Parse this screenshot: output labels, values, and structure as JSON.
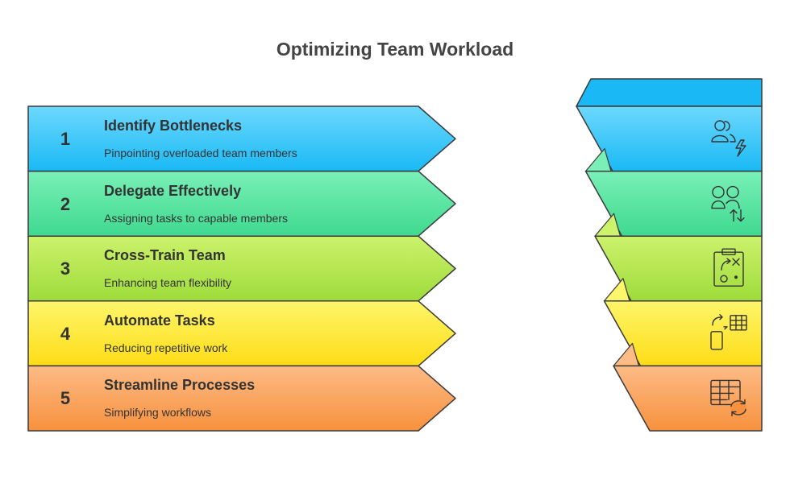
{
  "title": "Optimizing Team Workload",
  "steps": [
    {
      "number": "1",
      "title": "Identify Bottlenecks",
      "description": "Pinpointing overloaded team members",
      "color_light": "#6dd8fd",
      "color_dark": "#1ab9f5",
      "icon": "users-lightning-icon"
    },
    {
      "number": "2",
      "title": "Delegate Effectively",
      "description": "Assigning tasks to capable members",
      "color_light": "#7af0b8",
      "color_dark": "#3fd98f",
      "icon": "users-transfer-icon"
    },
    {
      "number": "3",
      "title": "Cross-Train Team",
      "description": "Enhancing team flexibility",
      "color_light": "#cdf26c",
      "color_dark": "#9edc3a",
      "icon": "clipboard-strategy-icon"
    },
    {
      "number": "4",
      "title": "Automate Tasks",
      "description": "Reducing repetitive work",
      "color_light": "#fdf56a",
      "color_dark": "#fedd17",
      "icon": "phone-table-sync-icon"
    },
    {
      "number": "5",
      "title": "Streamline Processes",
      "description": "Simplifying workflows",
      "color_light": "#fdbb86",
      "color_dark": "#f7913e",
      "icon": "table-refresh-icon"
    }
  ]
}
